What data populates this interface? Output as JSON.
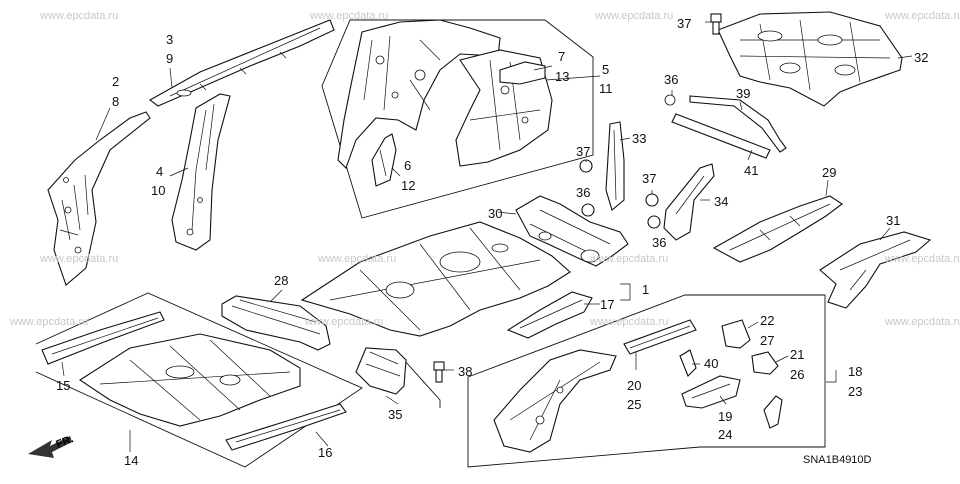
{
  "watermarks": [
    "www.epcdata.ru",
    "www.epcdata.ru",
    "www.epcdata.ru",
    "www.epcdata.ru",
    "www.epcdata.ru",
    "www.epcdata.ru",
    "www.epcdata.ru",
    "www.epcdata.ru",
    "www.epcdata.ru",
    "www.epcdata.ru",
    "www.epcdata.ru",
    "www.epcdata.ru"
  ],
  "diagram_code": "SNA1B4910D",
  "direction_marker": "FR.",
  "callouts": {
    "c2": "2",
    "c8": "8",
    "c3": "3",
    "c9": "9",
    "c4": "4",
    "c10": "10",
    "c6": "6",
    "c12": "12",
    "c7": "7",
    "c13": "13",
    "c5": "5",
    "c11": "11",
    "c37a": "37",
    "c32": "32",
    "c36a": "36",
    "c39": "39",
    "c41": "41",
    "c33": "33",
    "c37b": "37",
    "c36b": "36",
    "c37c": "37",
    "c34": "34",
    "c36c": "36",
    "c30": "30",
    "c29": "29",
    "c31": "31",
    "c28": "28",
    "c1": "1",
    "c17": "17",
    "c15": "15",
    "c14": "14",
    "c16": "16",
    "c35": "35",
    "c38": "38",
    "c22": "22",
    "c27": "27",
    "c21": "21",
    "c26": "26",
    "c40": "40",
    "c20": "20",
    "c25": "25",
    "c19": "19",
    "c24": "24",
    "c18": "18",
    "c23": "23"
  }
}
